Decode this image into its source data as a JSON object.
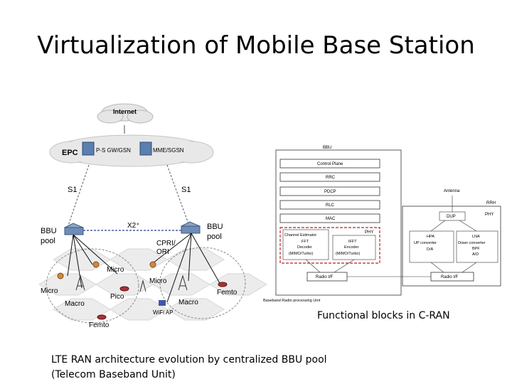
{
  "slide": {
    "title": "Virtualization of Mobile Base Station",
    "caption_functional": "Functional blocks in C-RAN",
    "caption_lte_line1": "LTE RAN architecture evolution by centralized BBU pool",
    "caption_lte_line2": "(Telecom Baseband Unit)"
  },
  "left_diagram": {
    "internet": "Internet",
    "epc": "EPC",
    "ps_gw": "P-S GW/GSN",
    "mme": "MME/SGSN",
    "s1_left": "S1",
    "s1_right": "S1",
    "x2": "X2⁺",
    "bbu_left_1": "BBU",
    "bbu_left_2": "pool",
    "bbu_right_1": "BBU",
    "bbu_right_2": "pool",
    "cpri_1": "CPRI/",
    "cpri_2": "ORI",
    "micro_1": "Micro",
    "micro_2": "Micro",
    "micro_3": "Micro",
    "macro_1": "Macro",
    "macro_2": "Macro",
    "pico": "Pico",
    "femto_1": "Femto",
    "femto_2": "Femto",
    "wifi": "WiFi AP"
  },
  "right_diagram": {
    "bbu": "BBU",
    "control_plane": "Control Plane",
    "rrc": "RRC",
    "pdcp": "PDCP",
    "rlc": "RLC",
    "mac": "MAC",
    "phy": "PHY",
    "ch_est": "Channel Estimator",
    "fft": "FFT",
    "decoder": "Decoder",
    "decoder_sub": "(MIMO/Turbo)",
    "ifft": "IFFT",
    "encoder": "Encoder",
    "encoder_sub": "(MIMO/Turbo)",
    "radio_if_left": "Radio I/F",
    "bbu_unit": "Baseband Radio processing Unit",
    "antenna": "Antenna",
    "rrh": "RRH",
    "dup": "DUP",
    "phy2": "PHY",
    "hpa": "HPA",
    "up_conv": "UP converter",
    "da": "D/A",
    "lna": "LNA",
    "down_conv": "Down converter",
    "bpf": "BPF",
    "ad": "A/D",
    "radio_if_right": "Radio I/F"
  }
}
